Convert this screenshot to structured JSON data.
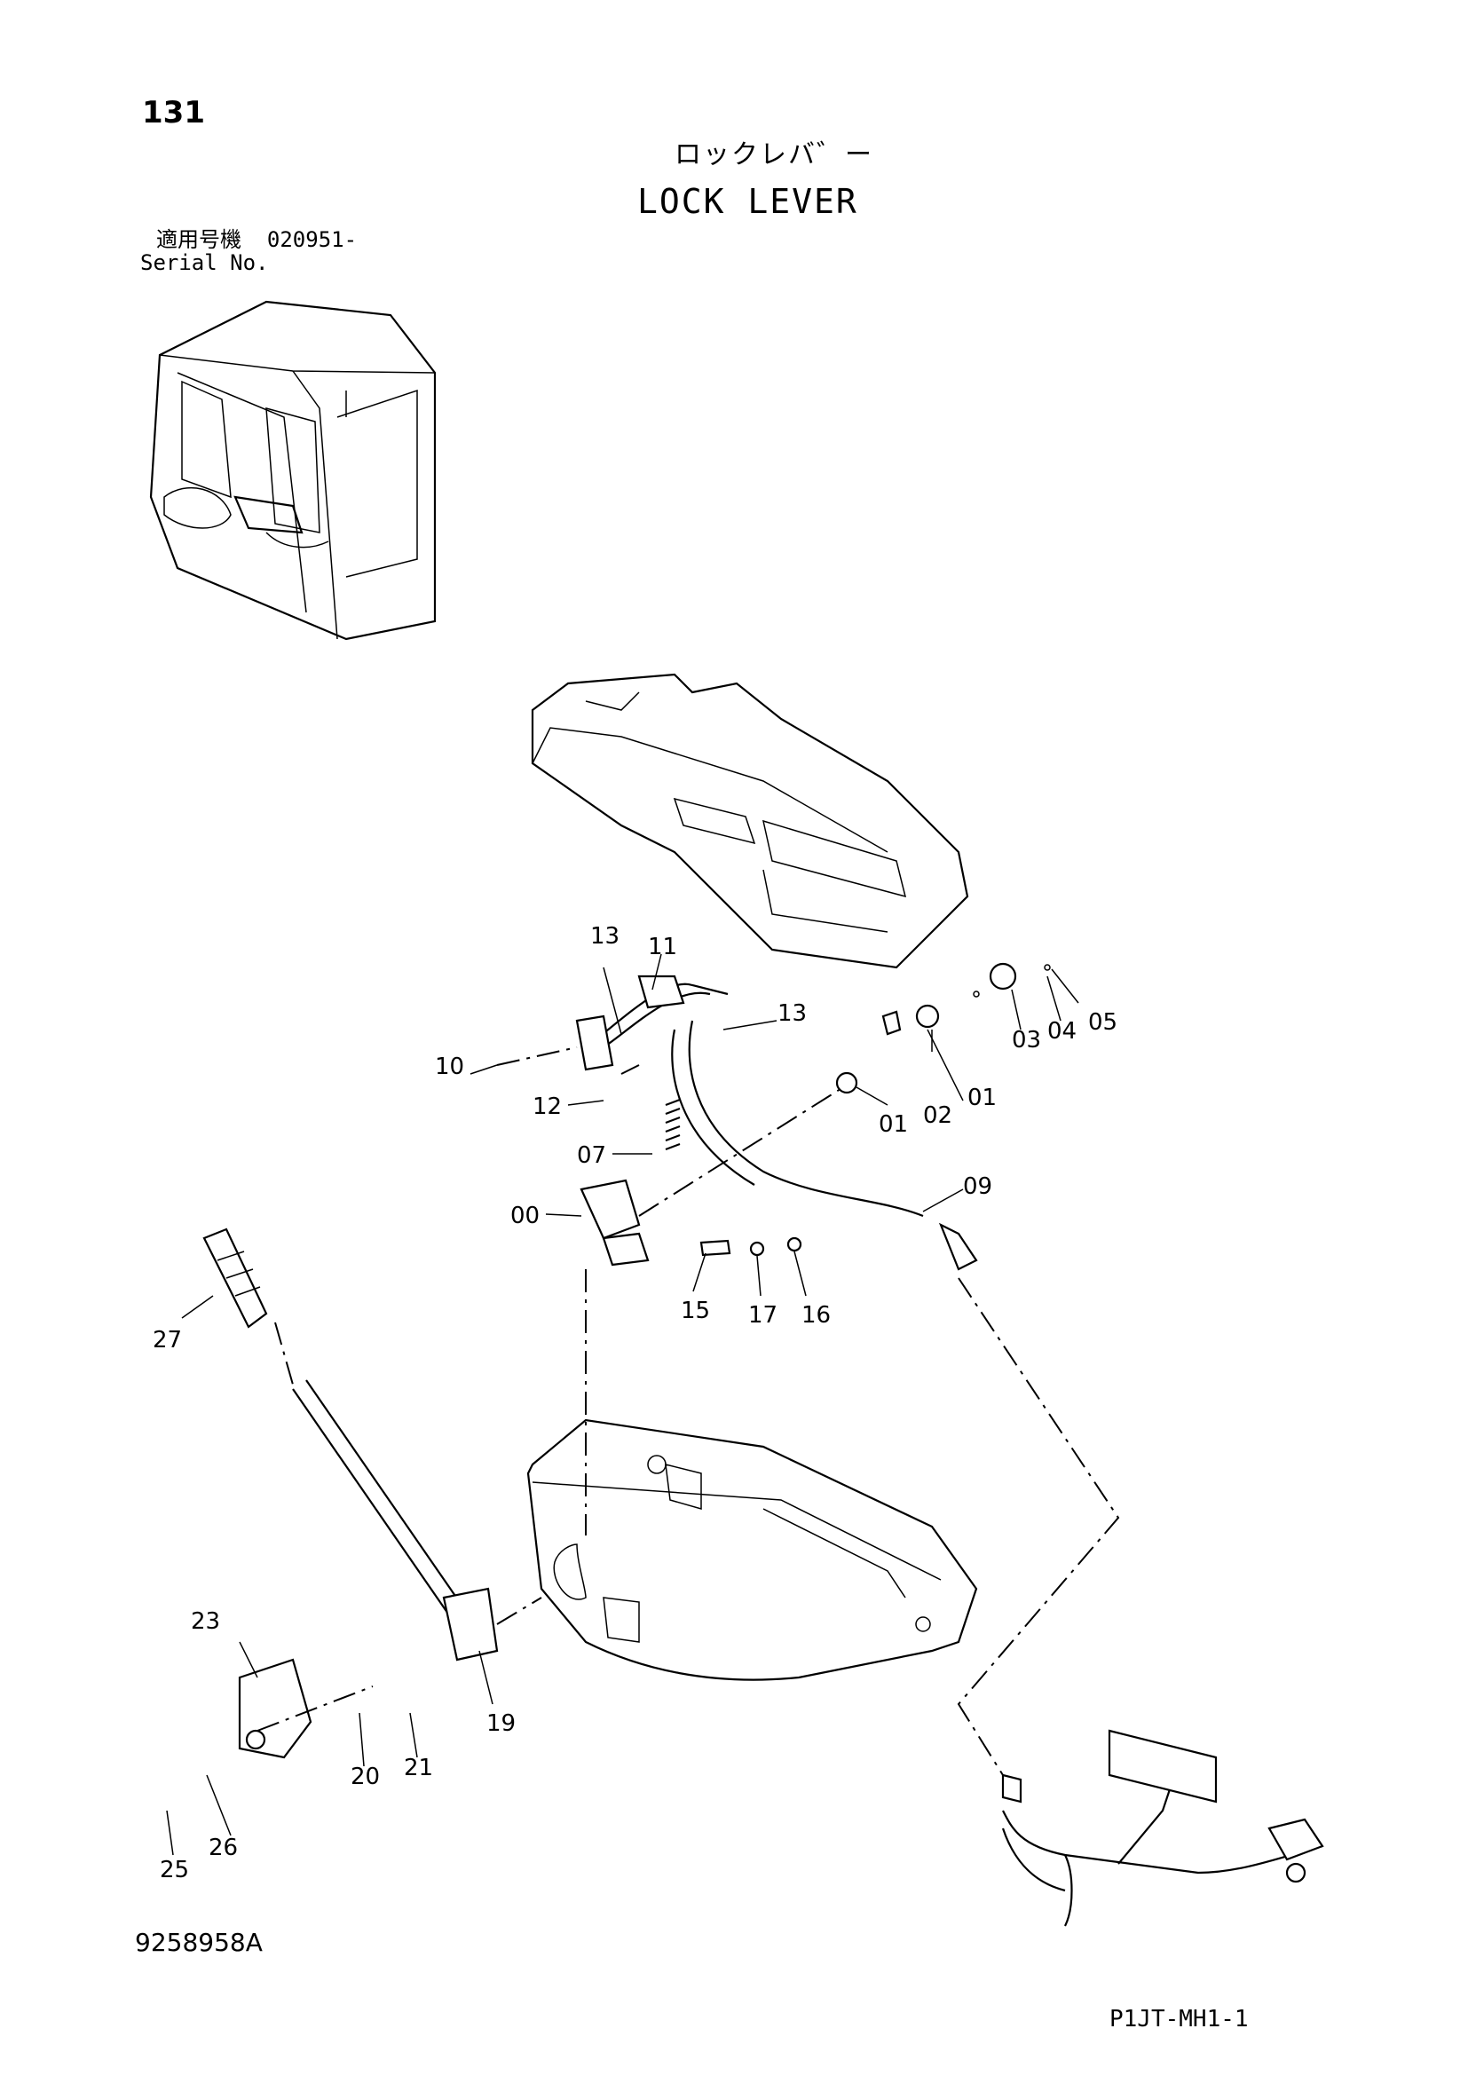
{
  "header": {
    "page_number": "131",
    "title_jp": "ロックレバ゛ー",
    "title_en": "LOCK LEVER",
    "serial_label_jp": "適用号機",
    "serial_value": "020951-",
    "serial_label_en": "Serial No."
  },
  "footer": {
    "drawing_number": "9258958A",
    "sheet_code": "P1JT-MH1-1"
  },
  "callouts": {
    "c00": "00",
    "c01a": "01",
    "c01b": "01",
    "c02": "02",
    "c03": "03",
    "c04": "04",
    "c05": "05",
    "c07": "07",
    "c09": "09",
    "c10": "10",
    "c11": "11",
    "c12": "12",
    "c13a": "13",
    "c13b": "13",
    "c15": "15",
    "c16": "16",
    "c17": "17",
    "c19": "19",
    "c20": "20",
    "c21": "21",
    "c23": "23",
    "c25": "25",
    "c26": "26",
    "c27": "27"
  }
}
